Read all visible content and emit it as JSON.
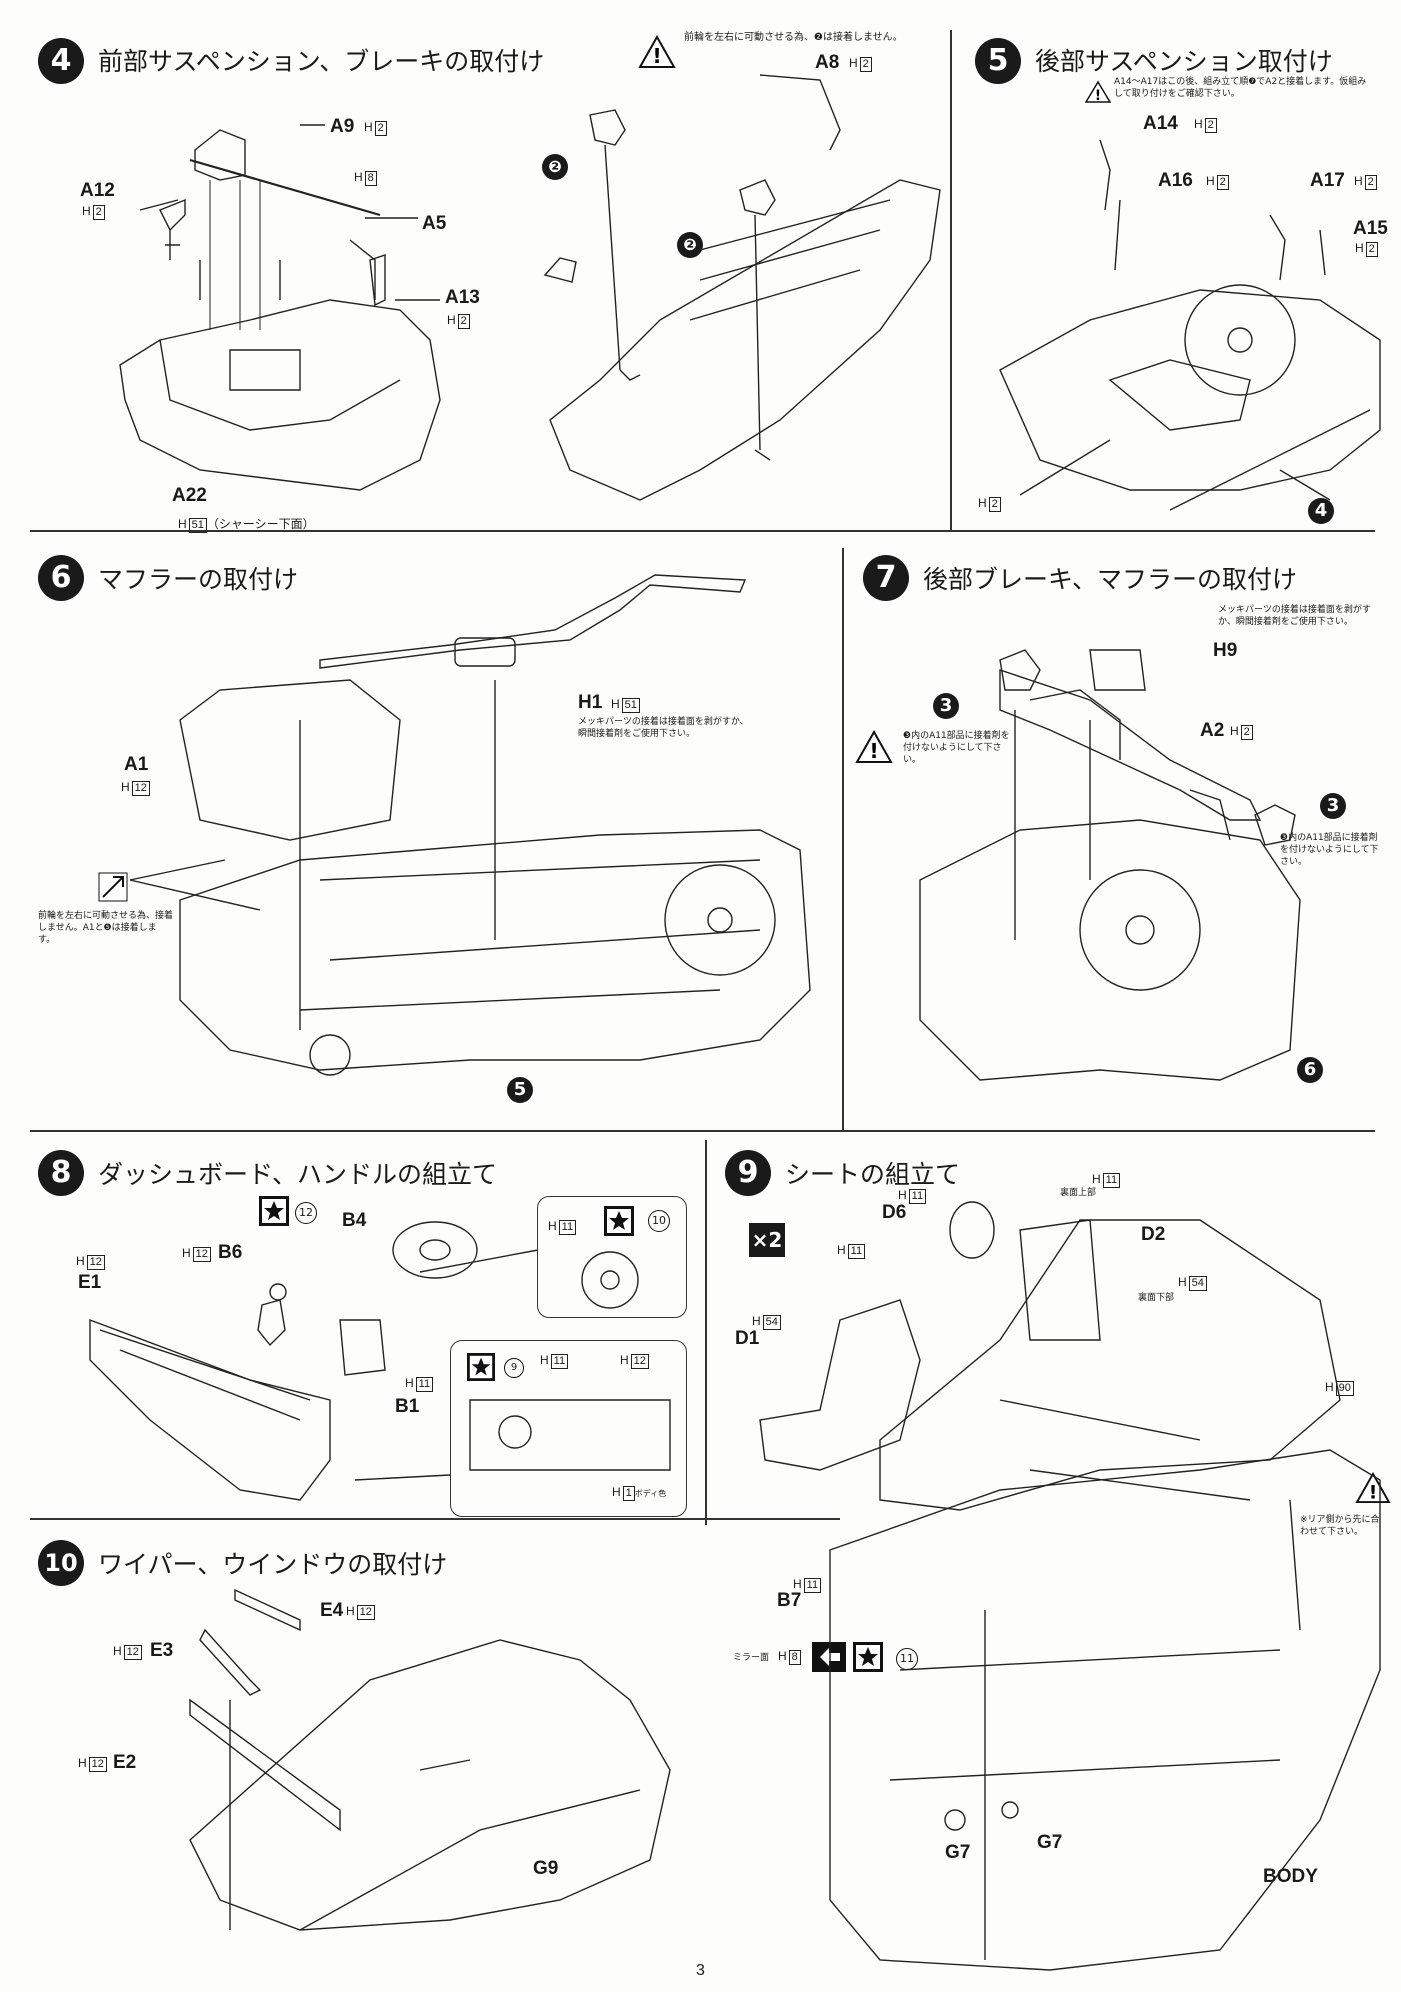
{
  "page_number": "3",
  "step4": {
    "num": "4",
    "title": "前部サスペンション、ブレーキの取付け",
    "warning": "前輪を左右に可動させる為、❷は接着しません。",
    "sub_ref": "❷",
    "parts": {
      "a9": "A9",
      "a12": "A12",
      "a5": "A5",
      "a13": "A13",
      "a22": "A22",
      "a8": "A8",
      "h2": "2",
      "h8": "8",
      "h51": "51"
    },
    "h_prefix": "H",
    "chassis_note": "（シャーシー下面）"
  },
  "step5": {
    "num": "5",
    "title": "後部サスペンション取付け",
    "warning": "A14〜A17はこの後、組み立て順❼でA2と接着します。仮組みして取り付けをご確認下さい。",
    "parts": {
      "a14": "A14",
      "a16": "A16",
      "a17": "A17",
      "a15": "A15",
      "h2": "2"
    },
    "ref4": "4"
  },
  "step6": {
    "num": "6",
    "title": "マフラーの取付け",
    "parts": {
      "h1": "H1",
      "a1": "A1",
      "h51": "51",
      "h12": "12"
    },
    "plating_note": "メッキパーツの接着は接着面を剥がすか、瞬間接着剤をご使用下さい。",
    "front_note": "前輪を左右に可動させる為、接着しません。A1と❺は接着します。",
    "ref5": "5"
  },
  "step7": {
    "num": "7",
    "title": "後部ブレーキ、マフラーの取付け",
    "plating_note": "メッキパーツの接着は接着面を剥がすか、瞬間接着剤をご使用下さい。",
    "parts": {
      "h9": "H9",
      "a2": "A2",
      "h2": "2"
    },
    "sub_ref": "3",
    "glue_note": "❸内のA11部品に接着剤を付けないようにして下さい。",
    "ref6": "6"
  },
  "step8": {
    "num": "8",
    "title": "ダッシュボード、ハンドルの組立て",
    "parts": {
      "b4": "B4",
      "b6": "B6",
      "e1": "E1",
      "b1": "B1",
      "h12": "12",
      "h11": "11",
      "h1": "1"
    },
    "decals": {
      "d12": "12",
      "d10": "10",
      "d9": "9"
    },
    "body_color": "ボディ色"
  },
  "step9": {
    "num": "9",
    "title": "シートの組立て",
    "multiplier": "×2",
    "parts": {
      "d6": "D6",
      "d2": "D2",
      "d1": "D1",
      "b7": "B7",
      "g7a": "G7",
      "g7b": "G7",
      "body": "BODY",
      "h11": "11",
      "h54": "54",
      "h90": "90",
      "h8": "8"
    },
    "back_upper": "裏面上部",
    "back_lower": "裏面下部",
    "mirror_face": "ミラー面",
    "decal11": "11",
    "rear_note": "※リア側から先に合わせて下さい。"
  },
  "step10": {
    "num": "10",
    "title": "ワイパー、ウインドウの取付け",
    "parts": {
      "e4": "E4",
      "e3": "E3",
      "e2": "E2",
      "g9": "G9",
      "h12": "12"
    }
  }
}
